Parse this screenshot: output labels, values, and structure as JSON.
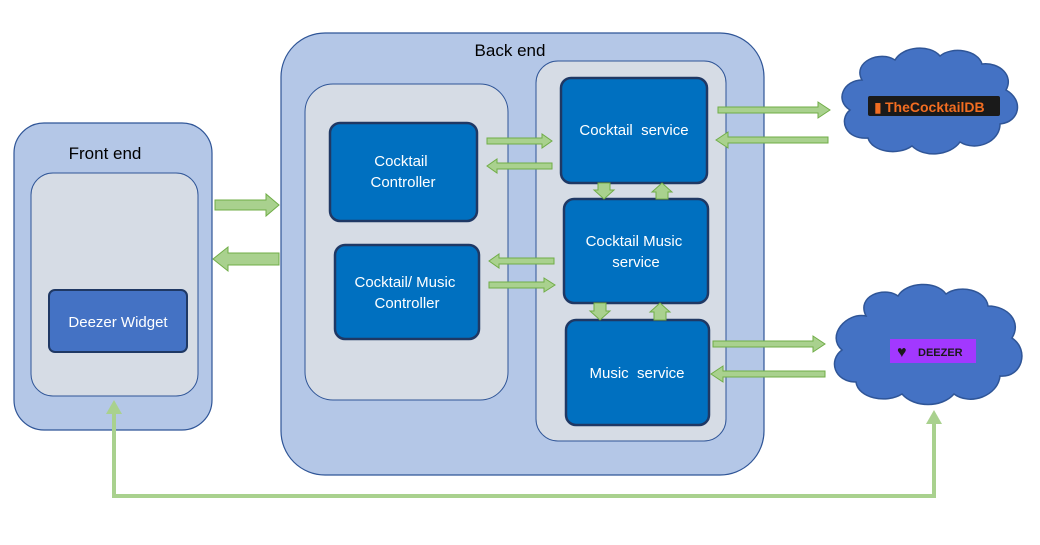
{
  "frontend": {
    "title": "Front end",
    "widget": "Deezer Widget"
  },
  "backend": {
    "title": "Back end",
    "cocktail_controller": [
      "Cocktail",
      "Controller"
    ],
    "cocktail_music_controller": [
      "Cocktail/ Music",
      "Controller"
    ],
    "cocktail_service": "Cocktail  service",
    "cocktail_music_service": [
      "Cocktail Music",
      "service"
    ],
    "music_service": "Music  service"
  },
  "external": {
    "cocktaildb_logo": "TheCocktailDB",
    "deezer_logo": "DEEZER"
  },
  "colors": {
    "outer_panel": "#b4c7e7",
    "inner_panel": "#d6dce5",
    "box_fill": "#0070c0",
    "box_border": "#1f3864",
    "widget_fill": "#4472c4",
    "arrow": "#a9d18e",
    "cloud": "#4472c4"
  }
}
